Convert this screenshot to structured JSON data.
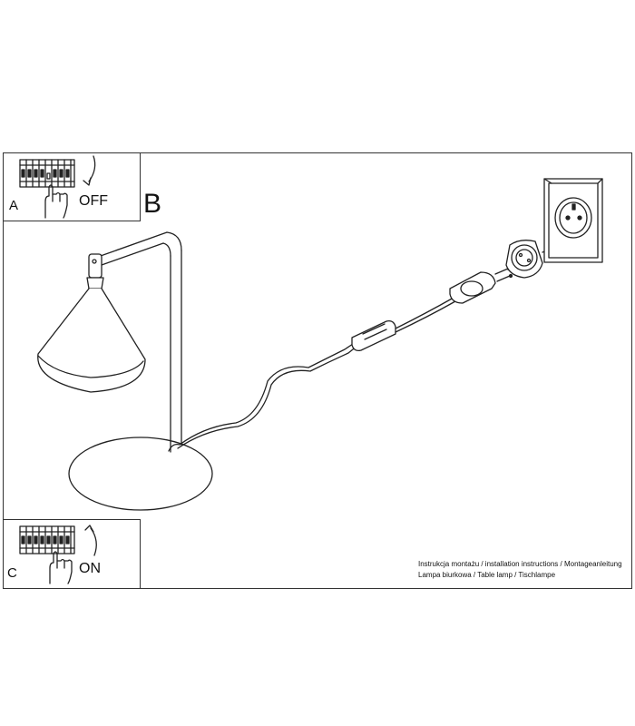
{
  "steps": {
    "a": {
      "letter": "A",
      "action": "OFF"
    },
    "b": {
      "letter": "B"
    },
    "c": {
      "letter": "C",
      "action": "ON"
    }
  },
  "caption": {
    "line1": "Instrukcja montażu / installation instructions / Montageanleitung",
    "line2": "Lampa biurkowa / Table lamp / Tischlampe"
  },
  "icons": [
    "breaker-panel-icon",
    "hand-icon",
    "rotate-arrow-icon",
    "wall-socket-icon",
    "plug-adapter-icon",
    "plug-icon",
    "cable-switch-icon",
    "table-lamp-icon"
  ]
}
